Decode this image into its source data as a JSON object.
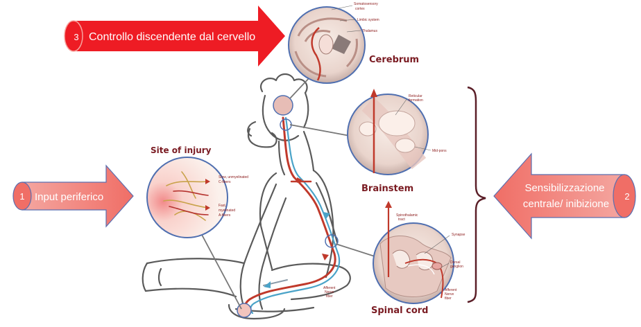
{
  "arrows": {
    "top": {
      "number": "3",
      "label": "Controllo discendente dal cervello"
    },
    "left": {
      "number": "1",
      "label": "Input periferico"
    },
    "right": {
      "number": "2",
      "label_line1": "Sensibilizzazione",
      "label_line2": "centrale/ inibizione"
    }
  },
  "panels": {
    "cerebrum": {
      "title": "Cerebrum",
      "labels": [
        "Somatosensory",
        "cortex",
        "Limbic system",
        "Thalamus"
      ]
    },
    "brainstem": {
      "title": "Brainstem",
      "labels": [
        "Reticular",
        "formation",
        "Mid-pons"
      ]
    },
    "injury": {
      "title": "Site of injury",
      "labels": [
        "Slow, unmyelinated",
        "C-fibers",
        "Fast,",
        "myelinated",
        "A-fibers"
      ]
    },
    "spinal": {
      "title": "Spinal cord",
      "labels": [
        "Spinothalamic",
        "tract",
        "Synapse",
        "Dorsal",
        "ganglion",
        "Afferent",
        "Nerve",
        "fiber"
      ]
    },
    "body": {
      "labels": [
        "Afferent",
        "Nerve",
        "fiber"
      ]
    }
  },
  "colors": {
    "arrow_red": "#ee1c24",
    "arrow_salmon": "#f28b82",
    "circle_blue": "#4f6fb0",
    "nerve_red": "#c0392b",
    "nerve_blue": "#4aa3c8",
    "label_red": "#8b1a1a"
  }
}
